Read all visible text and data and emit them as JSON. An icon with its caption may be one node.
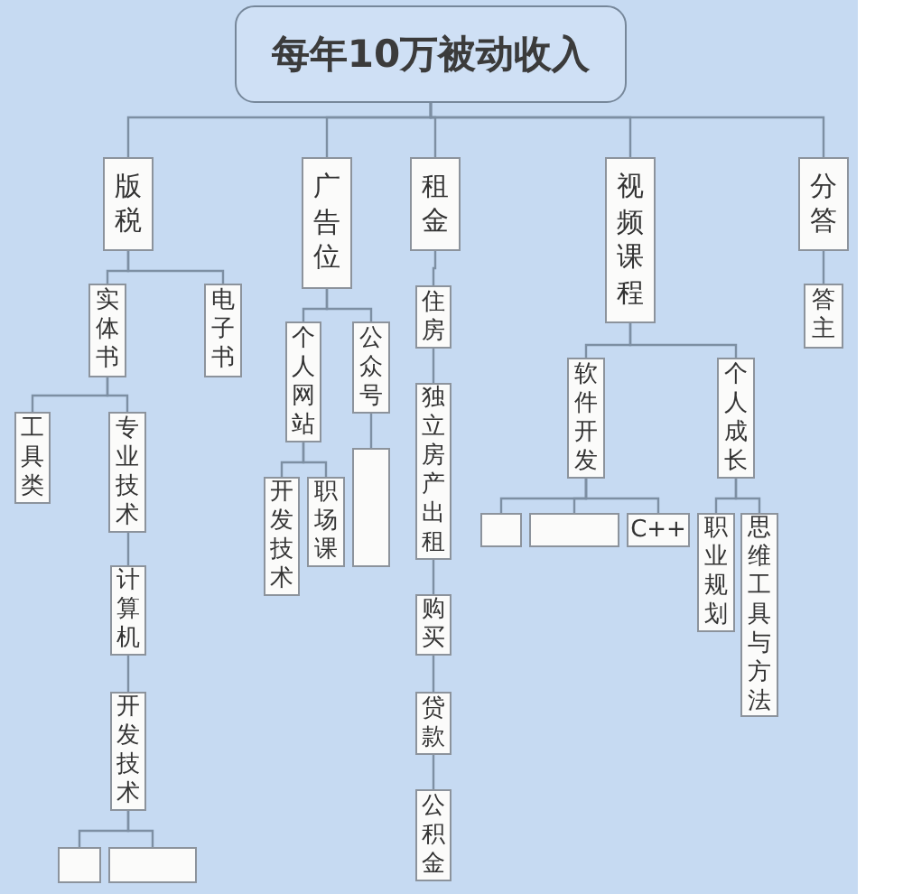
{
  "diagram": {
    "nodes": [
      {
        "text": [
          "每年10万被动收入"
        ]
      },
      {
        "text": [
          "版税"
        ]
      },
      {
        "text": [
          "广告位"
        ]
      },
      {
        "text": [
          "租金"
        ]
      },
      {
        "text": [
          "视频课程"
        ]
      },
      {
        "text": [
          "分答"
        ]
      },
      {
        "text": [
          "实体书"
        ]
      },
      {
        "text": [
          "电子书"
        ]
      },
      {
        "text": [
          "个人网站"
        ]
      },
      {
        "text": [
          "公众号"
        ]
      },
      {
        "text": [
          "住房"
        ]
      },
      {
        "text": [
          "软件开发"
        ]
      },
      {
        "text": [
          "个人成长"
        ]
      },
      {
        "text": [
          "答主"
        ]
      },
      {
        "text": [
          "工具类"
        ]
      },
      {
        "text": [
          "专业技术"
        ]
      },
      {
        "text": [
          "开发技术"
        ]
      },
      {
        "text": [
          "职场课"
        ]
      },
      {
        "text": [],
        "shape": "box"
      },
      {
        "text": [
          "独立房产出租"
        ]
      },
      {
        "text": [],
        "shape": "box"
      },
      {
        "text": [],
        "shape": "box"
      },
      {
        "text": [
          "C++"
        ]
      },
      {
        "text": [
          "职业规划"
        ]
      },
      {
        "text": [
          "思维工具与方法"
        ]
      },
      {
        "text": [
          "计算机"
        ]
      },
      {
        "text": [
          "购买"
        ]
      },
      {
        "text": [
          "开发技术"
        ]
      },
      {
        "text": [
          "贷款"
        ]
      },
      {
        "text": [],
        "shape": "box"
      },
      {
        "text": [],
        "shape": "box"
      },
      {
        "text": [
          "公积金"
        ]
      }
    ],
    "edges": [
      {
        "from": 0,
        "to": 1,
        "arrow": "none"
      },
      {
        "from": 0,
        "to": 2,
        "arrow": "none"
      },
      {
        "from": 0,
        "to": 3,
        "arrow": "none"
      },
      {
        "from": 0,
        "to": 4,
        "arrow": "none"
      },
      {
        "from": 0,
        "to": 5,
        "arrow": "none"
      },
      {
        "from": 1,
        "to": 6,
        "arrow": "none"
      },
      {
        "from": 1,
        "to": 7,
        "arrow": "none"
      },
      {
        "from": 2,
        "to": 8,
        "arrow": "none"
      },
      {
        "from": 2,
        "to": 9,
        "arrow": "none"
      },
      {
        "from": 3,
        "to": 10,
        "arrow": "none"
      },
      {
        "from": 4,
        "to": 11,
        "arrow": "none"
      },
      {
        "from": 4,
        "to": 12,
        "arrow": "none"
      },
      {
        "from": 5,
        "to": 13,
        "arrow": "none"
      },
      {
        "from": 6,
        "to": 14,
        "arrow": "none"
      },
      {
        "from": 6,
        "to": 15,
        "arrow": "none"
      },
      {
        "from": 8,
        "to": 16,
        "arrow": "none"
      },
      {
        "from": 8,
        "to": 17,
        "arrow": "none"
      },
      {
        "from": 9,
        "to": 18,
        "arrow": "none"
      },
      {
        "from": 10,
        "to": 19,
        "arrow": "none"
      },
      {
        "from": 11,
        "to": 20,
        "arrow": "none"
      },
      {
        "from": 11,
        "to": 21,
        "arrow": "none"
      },
      {
        "from": 11,
        "to": 22,
        "arrow": "none"
      },
      {
        "from": 12,
        "to": 23,
        "arrow": "none"
      },
      {
        "from": 12,
        "to": 24,
        "arrow": "none"
      },
      {
        "from": 15,
        "to": 25,
        "arrow": "none"
      },
      {
        "from": 19,
        "to": 26,
        "arrow": "none"
      },
      {
        "from": 25,
        "to": 27,
        "arrow": "none"
      },
      {
        "from": 26,
        "to": 28,
        "arrow": "none"
      },
      {
        "from": 27,
        "to": 29,
        "arrow": "none"
      },
      {
        "from": 27,
        "to": 30,
        "arrow": "none"
      },
      {
        "from": 28,
        "to": 31,
        "arrow": "none"
      }
    ]
  }
}
